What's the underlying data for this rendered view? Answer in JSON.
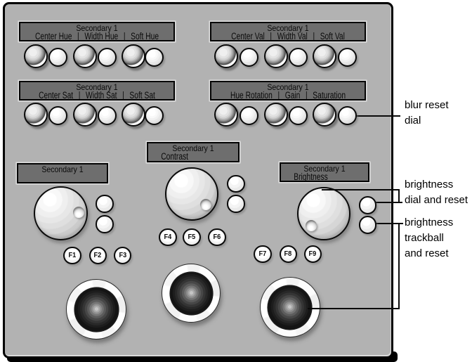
{
  "panel": {
    "fill": "#b2b2b2",
    "border": "#000000",
    "display_fill": "#6e6e6e"
  },
  "display_separator": "|",
  "sections": {
    "hue": {
      "title": "Secondary 1",
      "labels": [
        "Center Hue",
        "Width Hue",
        "Soft Hue"
      ]
    },
    "val": {
      "title": "Secondary 1",
      "labels": [
        "Center Val",
        "Width Val",
        "Soft Val"
      ]
    },
    "sat": {
      "title": "Secondary 1",
      "labels": [
        "Center Sat",
        "Width Sat",
        "Soft Sat"
      ]
    },
    "adjust": {
      "title": "Secondary 1",
      "labels": [
        "Hue Rotation",
        "Gain",
        "Saturation"
      ]
    }
  },
  "channels": {
    "left": {
      "title": "Secondary 1"
    },
    "middle": {
      "title": "Secondary 1",
      "subtitle": "Contrast"
    },
    "right": {
      "title": "Secondary 1",
      "subtitle": "Brightness"
    }
  },
  "function_buttons": [
    "F1",
    "F2",
    "F3",
    "F4",
    "F5",
    "F6",
    "F7",
    "F8",
    "F9"
  ],
  "callouts": {
    "blur": {
      "line1": "blur reset",
      "line2": "dial"
    },
    "dial": {
      "line1": "brightness",
      "line2": "dial and reset"
    },
    "trackball": {
      "line1": "brightness",
      "line2": "trackball",
      "line3": "and reset"
    }
  }
}
